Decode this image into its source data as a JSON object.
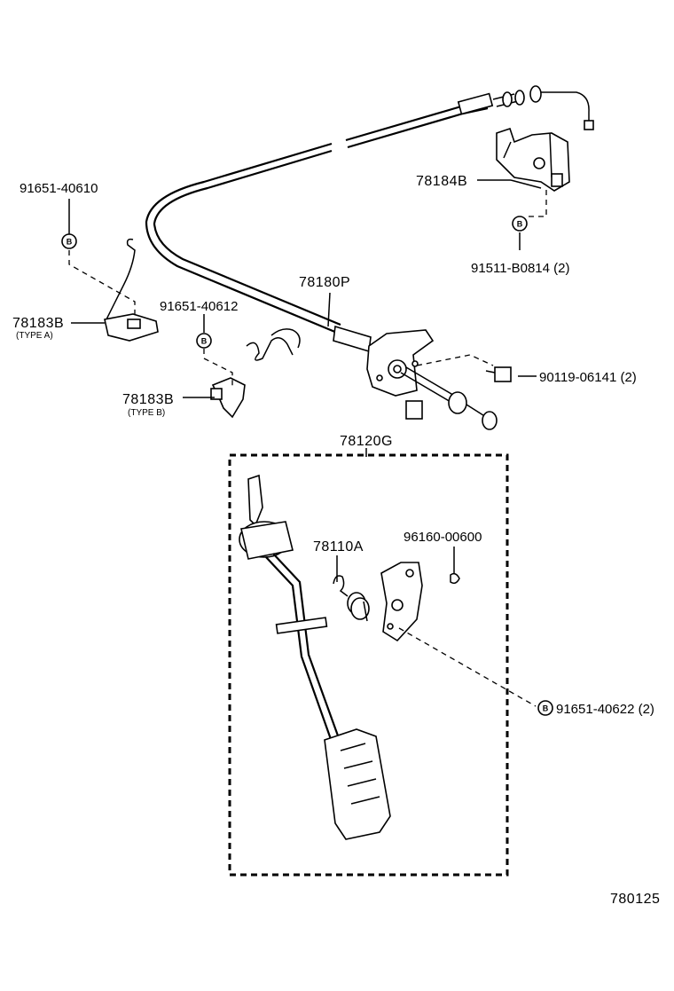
{
  "diagram": {
    "figure_code": "780125",
    "callouts": [
      {
        "id": "91651-40610",
        "text": "91651-40610"
      },
      {
        "id": "78183B-a",
        "text": "78183B",
        "sub": "(TYPE A)"
      },
      {
        "id": "91651-40612",
        "text": "91651-40612"
      },
      {
        "id": "78183B-b",
        "text": "78183B",
        "sub": "(TYPE B)"
      },
      {
        "id": "78180P",
        "text": "78180P"
      },
      {
        "id": "78184B",
        "text": "78184B"
      },
      {
        "id": "91511-B0814",
        "text": "91511-B0814 (2)"
      },
      {
        "id": "90119-06141",
        "text": "90119-06141 (2)"
      },
      {
        "id": "78120G",
        "text": "78120G"
      },
      {
        "id": "78110A",
        "text": "78110A"
      },
      {
        "id": "96160-00600",
        "text": "96160-00600"
      },
      {
        "id": "91651-40622",
        "text": "91651-40622 (2)"
      }
    ],
    "bolt_marker": "B"
  }
}
